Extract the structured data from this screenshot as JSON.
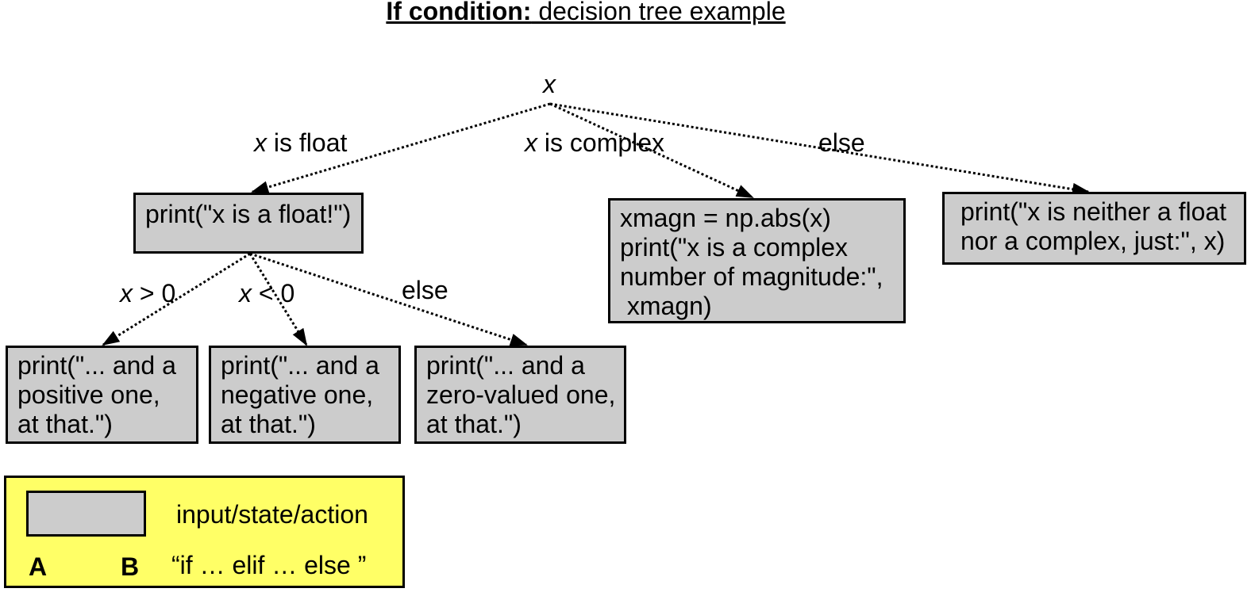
{
  "title": {
    "bold": "If condition:",
    "rest": " decision tree example"
  },
  "root": {
    "var": "x"
  },
  "edges": {
    "float": {
      "var": "x",
      "text": " is float"
    },
    "complex": {
      "var": "x",
      "text": " is complex"
    },
    "else": {
      "text": "else"
    },
    "positive": {
      "var": "x",
      "text": " > 0"
    },
    "negative": {
      "var": "x",
      "text": " < 0"
    },
    "zero": {
      "text": "else"
    }
  },
  "nodes": {
    "float": "print(\"x is a float!\")",
    "complex": "xmagn = np.abs(x)\nprint(\"x is a complex\nnumber of magnitude:\",\n xmagn)",
    "other": "print(\"x is neither a float\nnor a complex, just:\", x)",
    "positive": "print(\"... and a\npositive one,\nat that.\")",
    "negative": "print(\"... and a\nnegative one,\nat that.\")",
    "zero": "print(\"... and a\nzero-valued one,\nat that.\")"
  },
  "legend": {
    "box_label": "input/state/action",
    "arrow_from": "A",
    "arrow_to": "B",
    "arrow_label": "“if … elif … else ”",
    "background": "#ffff66"
  },
  "colors": {
    "box_fill": "#cccccc",
    "stroke": "#000000"
  }
}
